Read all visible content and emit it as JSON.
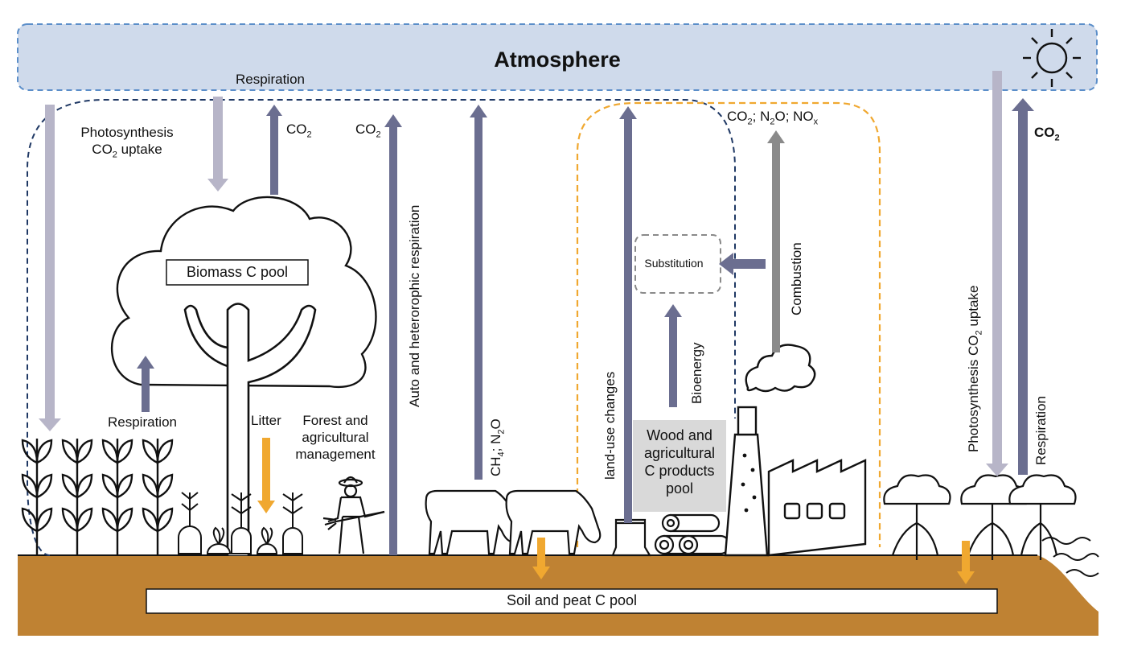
{
  "atmosphere": {
    "title": "Atmosphere",
    "sun_icon": "sun-icon",
    "color": "#cfdaeb"
  },
  "colors": {
    "arrow_dark": "#6b6e90",
    "arrow_light": "#b7b5c8",
    "arrow_grey": "#8a8a8a",
    "arrow_orange": "#f0a830",
    "soil": "#bf8233",
    "boundary_blue": "#1f3864",
    "boundary_orange": "#f0a830"
  },
  "flows": {
    "respiration_top": "Respiration",
    "photosynthesis_left_1": "Photosynthesis",
    "photosynthesis_left_2": "CO",
    "photosynthesis_left_2b": " uptake",
    "co2_tree": "CO",
    "co2_mid": "CO",
    "auto_hetero": "Auto and heterorophic respiration",
    "ch4_n2o_a": "CH",
    "ch4_n2o_b": "; N",
    "ch4_n2o_c": "O",
    "land_use": "land-use changes",
    "combustion_gases_a": "CO",
    "combustion_gases_b": "; N",
    "combustion_gases_c": "O; NO",
    "combustion_gases_sub": "x",
    "combustion": "Combustion",
    "substitution": "Substitution",
    "bioenergy": "Bioenergy",
    "photosynthesis_right_a": "Photosynthesis CO",
    "photosynthesis_right_b": " uptake",
    "respiration_right": "Respiration",
    "co2_right": "CO",
    "respiration_tree": "Respiration",
    "litter": "Litter",
    "management": [
      "Forest and",
      "agricultural",
      "management"
    ],
    "sub2": "2",
    "sub4": "4"
  },
  "pools": {
    "biomass": "Biomass C pool",
    "wood": [
      "Wood and",
      "agricultural",
      "C products",
      "pool"
    ],
    "soil": "Soil and peat C pool"
  }
}
